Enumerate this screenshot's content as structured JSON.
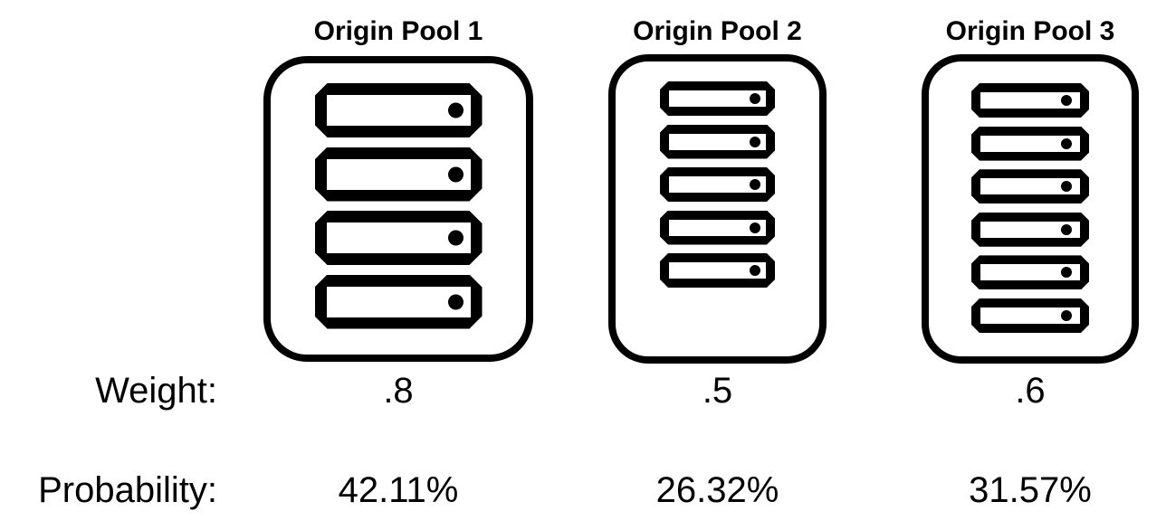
{
  "colors": {
    "ink": "#000000",
    "background": "#ffffff"
  },
  "row_labels": {
    "weight": "Weight:",
    "probability": "Probability:"
  },
  "pools": [
    {
      "title": "Origin Pool 1",
      "server_count": 4,
      "weight": ".8",
      "probability": "42.11%"
    },
    {
      "title": "Origin Pool 2",
      "server_count": 5,
      "weight": ".5",
      "probability": "26.32%"
    },
    {
      "title": "Origin Pool 3",
      "server_count": 6,
      "weight": ".6",
      "probability": "31.57%"
    }
  ],
  "icons": {
    "server": "server-icon"
  }
}
